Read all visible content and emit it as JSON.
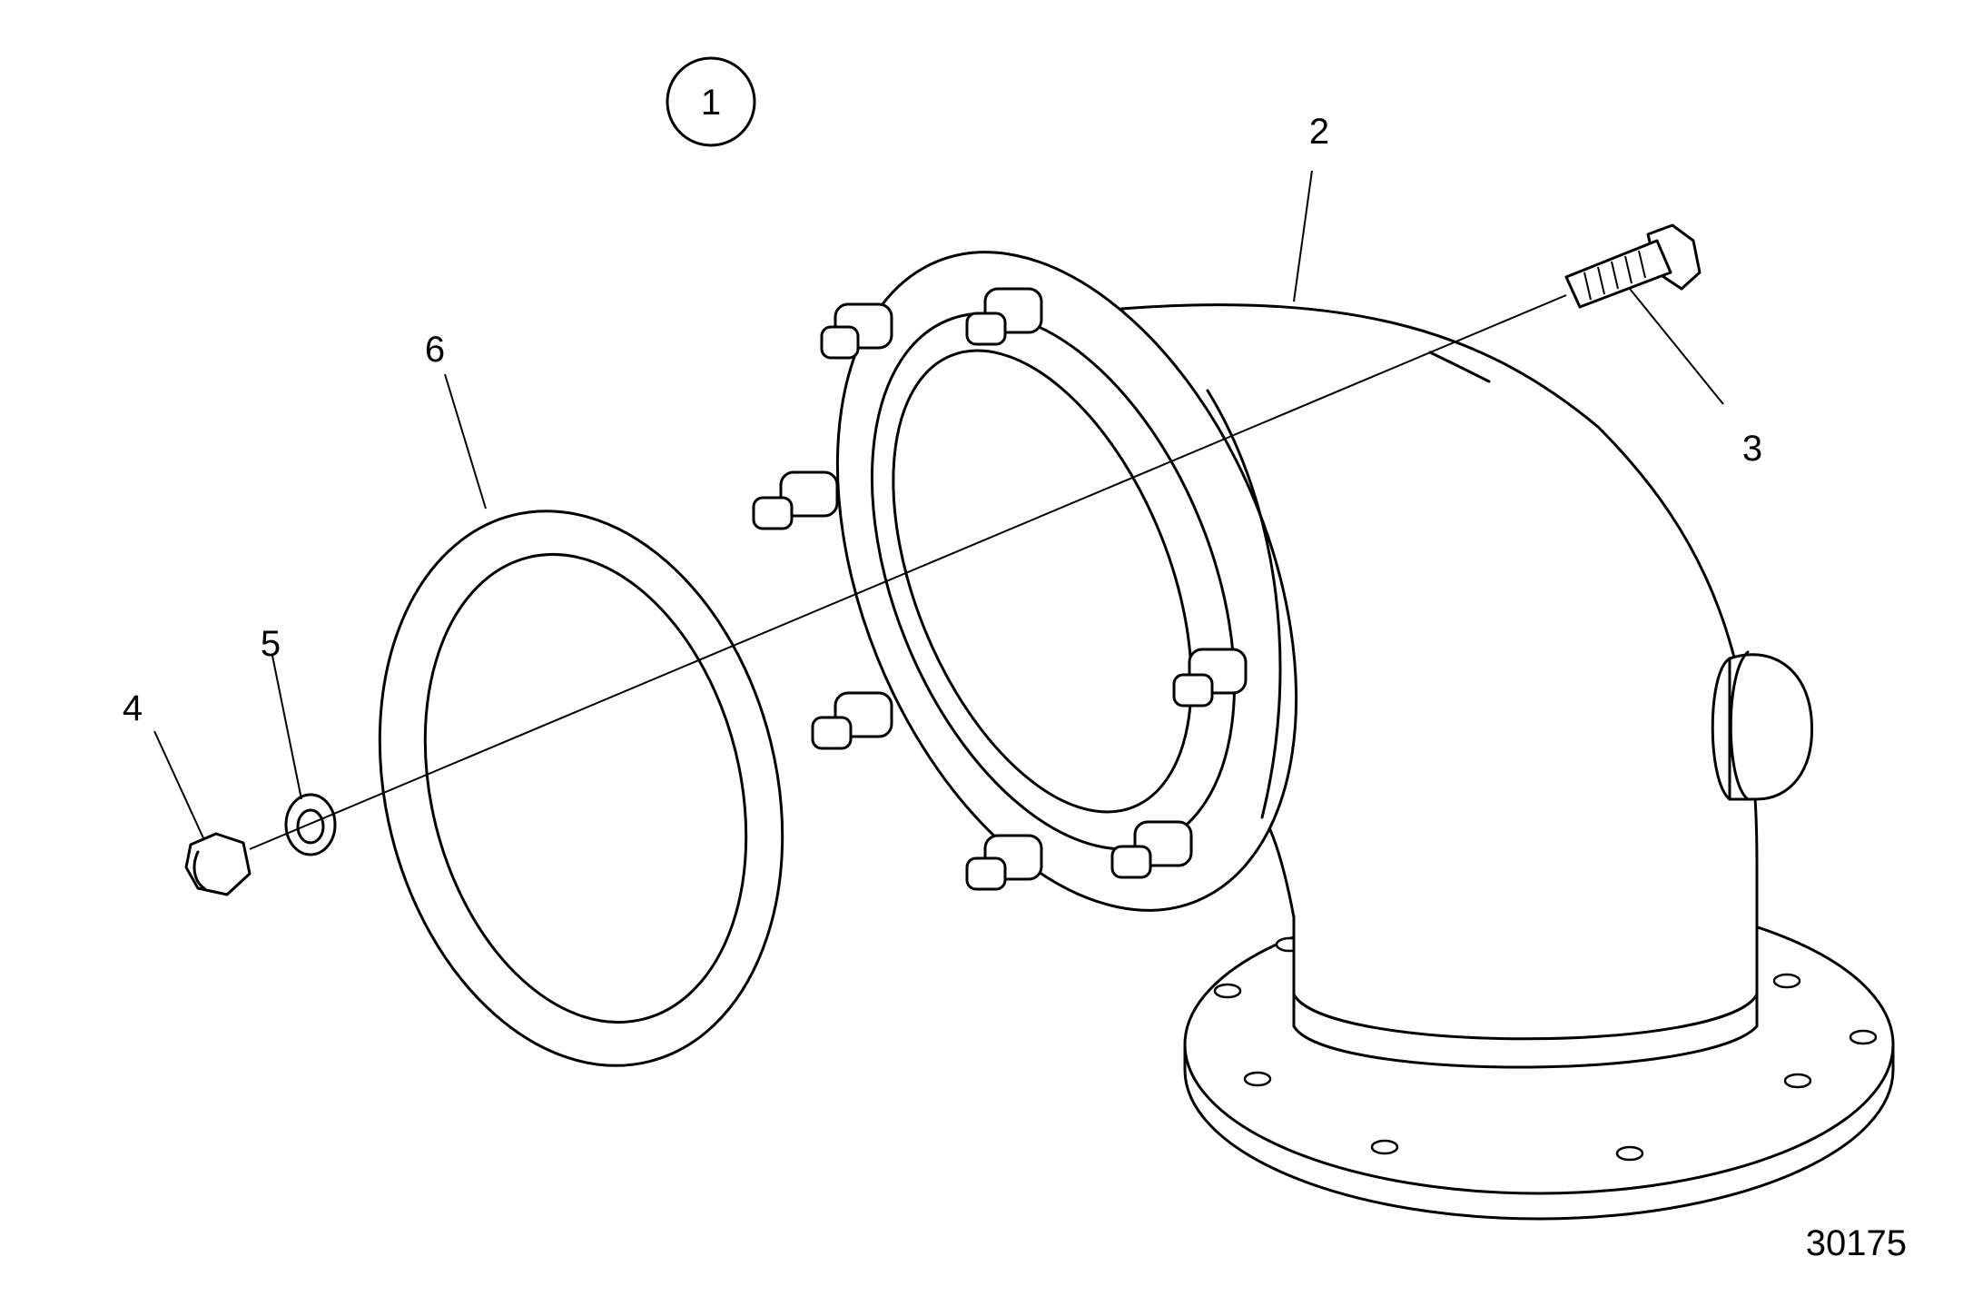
{
  "figure": {
    "assembly_callout": "1",
    "part_numbers": [
      "2",
      "3",
      "4",
      "5",
      "6"
    ],
    "drawing_number": "30175"
  },
  "parts": [
    {
      "callout": "2",
      "name": "elbow-pipe"
    },
    {
      "callout": "3",
      "name": "bolt"
    },
    {
      "callout": "4",
      "name": "nut"
    },
    {
      "callout": "5",
      "name": "washer"
    },
    {
      "callout": "6",
      "name": "gasket"
    }
  ],
  "colors": {
    "line": "#000000",
    "background": "#ffffff"
  }
}
